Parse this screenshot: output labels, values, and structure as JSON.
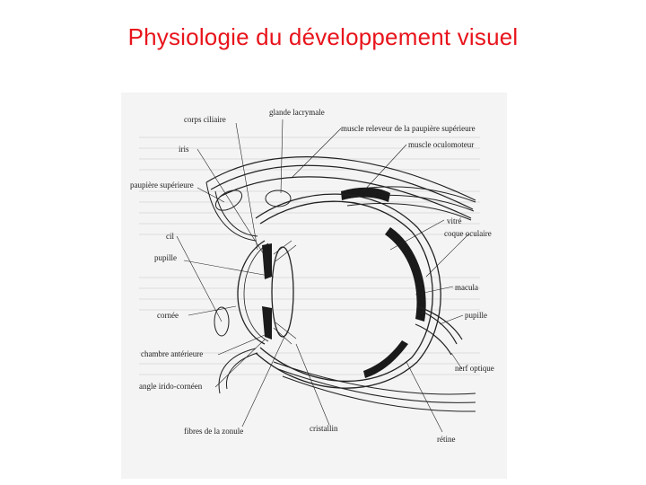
{
  "slide": {
    "title": "Physiologie du développement visuel"
  },
  "diagram": {
    "labels": {
      "corps_ciliaire": "corps ciliaire",
      "glande_lacrymale": "glande lacrymale",
      "muscle_releveur": "muscle releveur de la paupière supérieure",
      "iris": "iris",
      "muscle_oculomoteur": "muscle oculomoteur",
      "paupiere_superieure": "paupière supérieure",
      "vitre": "vitré",
      "cil": "cil",
      "coque_oculaire": "coque oculaire",
      "pupille_left": "pupille",
      "macula": "macula",
      "cornee": "cornée",
      "pupille_right": "pupille",
      "chambre_anterieure": "chambre antérieure",
      "nerf_optique": "nerf optique",
      "angle_irido_corneen": "angle irido-cornéen",
      "fibres_zonule": "fibres de la zonule",
      "cristallin": "cristallin",
      "retine": "rétine"
    }
  },
  "colors": {
    "title": "#e8141c",
    "line": "#222222",
    "fill_dark": "#1a1a1a",
    "paper": "#f4f4f4"
  }
}
